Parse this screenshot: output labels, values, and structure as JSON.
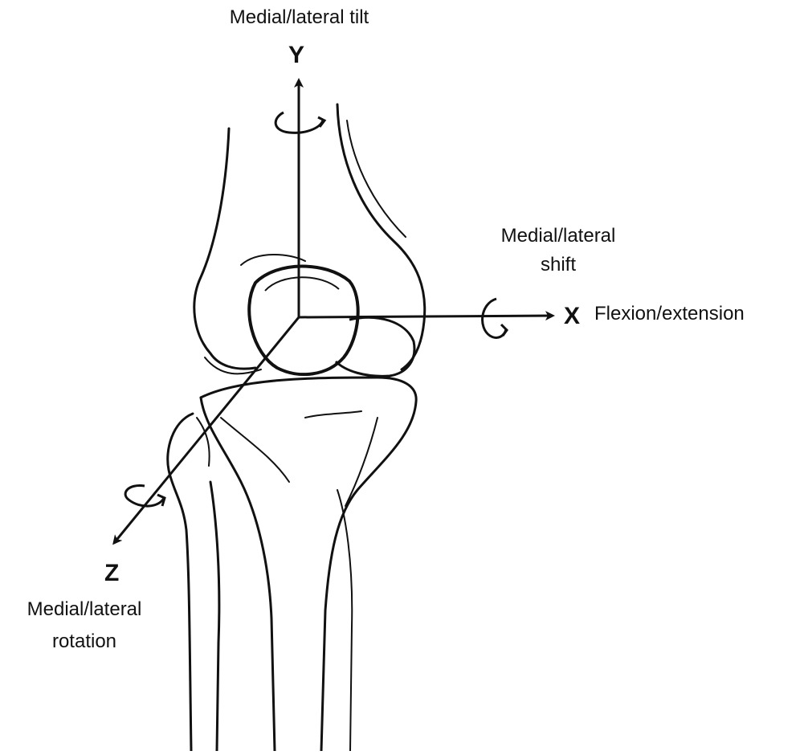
{
  "diagram": {
    "axes": {
      "y": {
        "letter": "Y",
        "label": "Medial/lateral tilt"
      },
      "x": {
        "letter": "X",
        "label": "Flexion/extension",
        "translation_label_line1": "Medial/lateral",
        "translation_label_line2": "shift"
      },
      "z": {
        "letter": "Z",
        "label_line1": "Medial/lateral",
        "label_line2": "rotation"
      }
    },
    "colors": {
      "ink": "#111111",
      "background": "#ffffff"
    }
  }
}
